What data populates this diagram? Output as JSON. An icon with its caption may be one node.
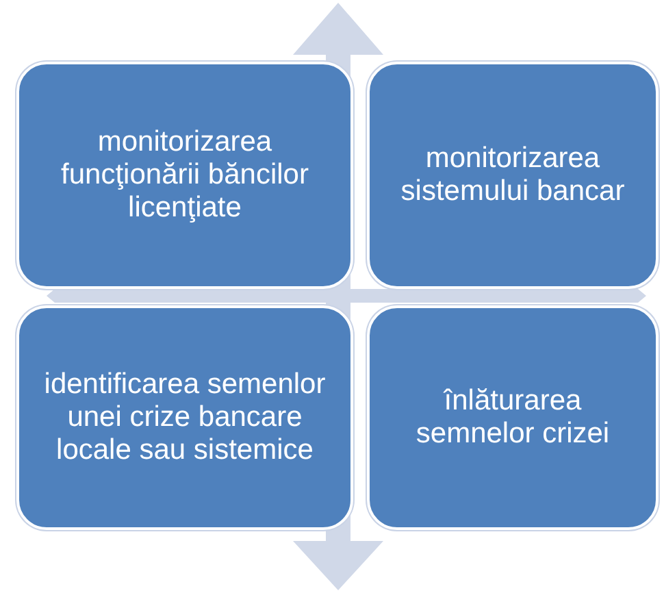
{
  "diagram": {
    "nodes": [
      {
        "text": [
          "monitorizarea funcţionării băncilor licenţiate"
        ]
      },
      {
        "text": [
          "monitorizarea sistemului bancar"
        ]
      },
      {
        "text": [
          "identificarea semenlor unei crize bancare locale sau sistemice"
        ]
      },
      {
        "text": [
          "înlăturarea semnelor crizei"
        ]
      }
    ]
  }
}
